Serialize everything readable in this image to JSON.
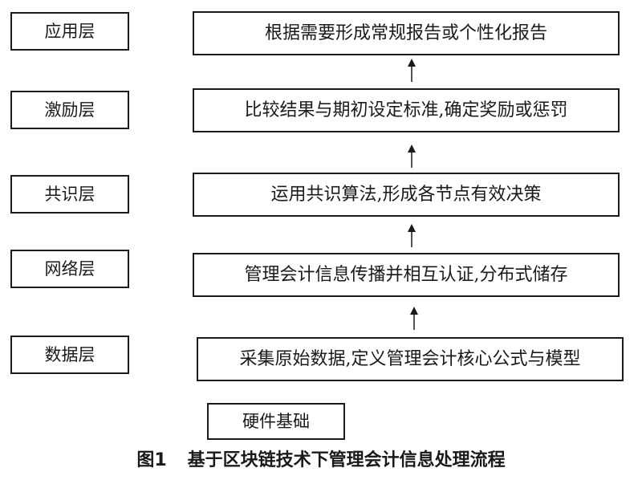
{
  "layers": [
    {
      "name": "应用层",
      "description": "根据需要形成常规报告或个性化报告"
    },
    {
      "name": "激励层",
      "description": "比较结果与期初设定标准,确定奖励或惩罚"
    },
    {
      "name": "共识层",
      "description": "运用共识算法,形成各节点有效决策"
    },
    {
      "name": "网络层",
      "description": "管理会计信息传播并相互认证,分布式储存"
    },
    {
      "name": "数据层",
      "description": "采集原始数据,定义管理会计核心公式与模型"
    }
  ],
  "foundation": "硬件基础",
  "caption": {
    "number": "图1",
    "title": "基于区块链技术下管理会计信息处理流程"
  }
}
